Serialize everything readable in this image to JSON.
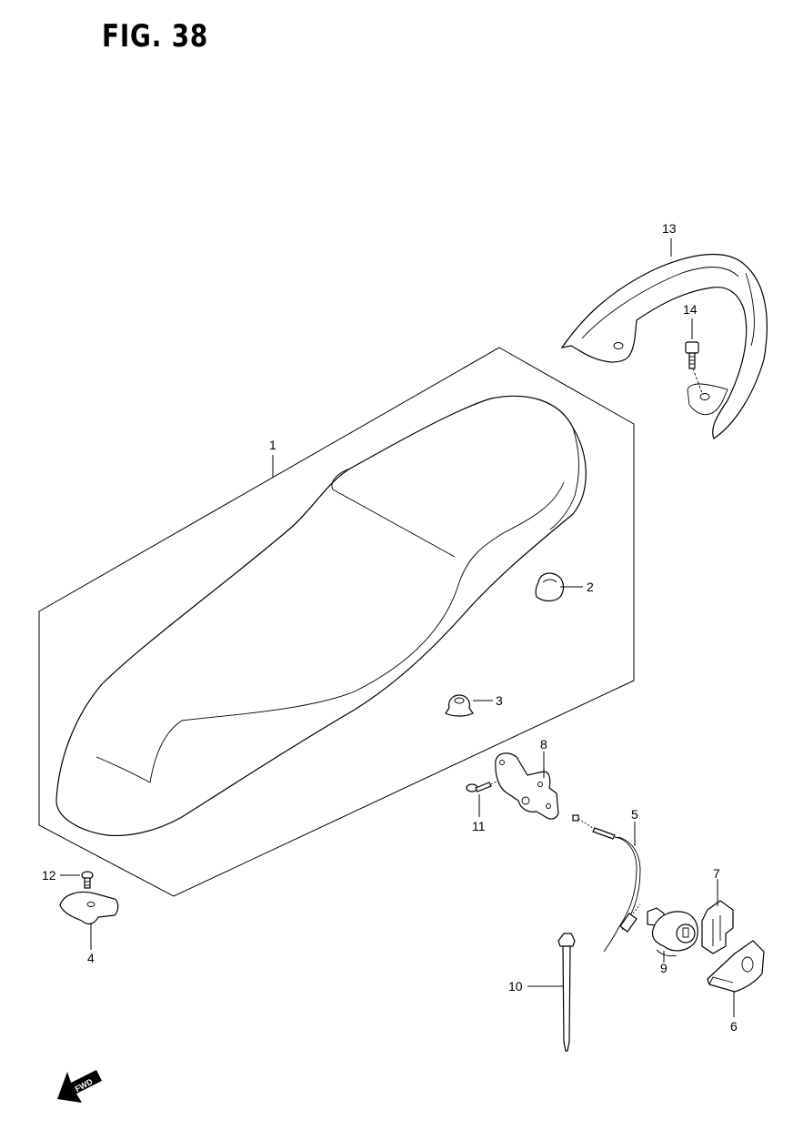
{
  "figure": {
    "title": "FIG. 38"
  },
  "callouts": {
    "c1": "1",
    "c2": "2",
    "c3": "3",
    "c4": "4",
    "c5": "5",
    "c6": "6",
    "c7": "7",
    "c8": "8",
    "c9": "9",
    "c10": "10",
    "c11": "11",
    "c12": "12",
    "c13": "13",
    "c14": "14"
  },
  "fwd_badge": "FWD",
  "icons": {
    "direction": "fwd-arrow-icon"
  }
}
